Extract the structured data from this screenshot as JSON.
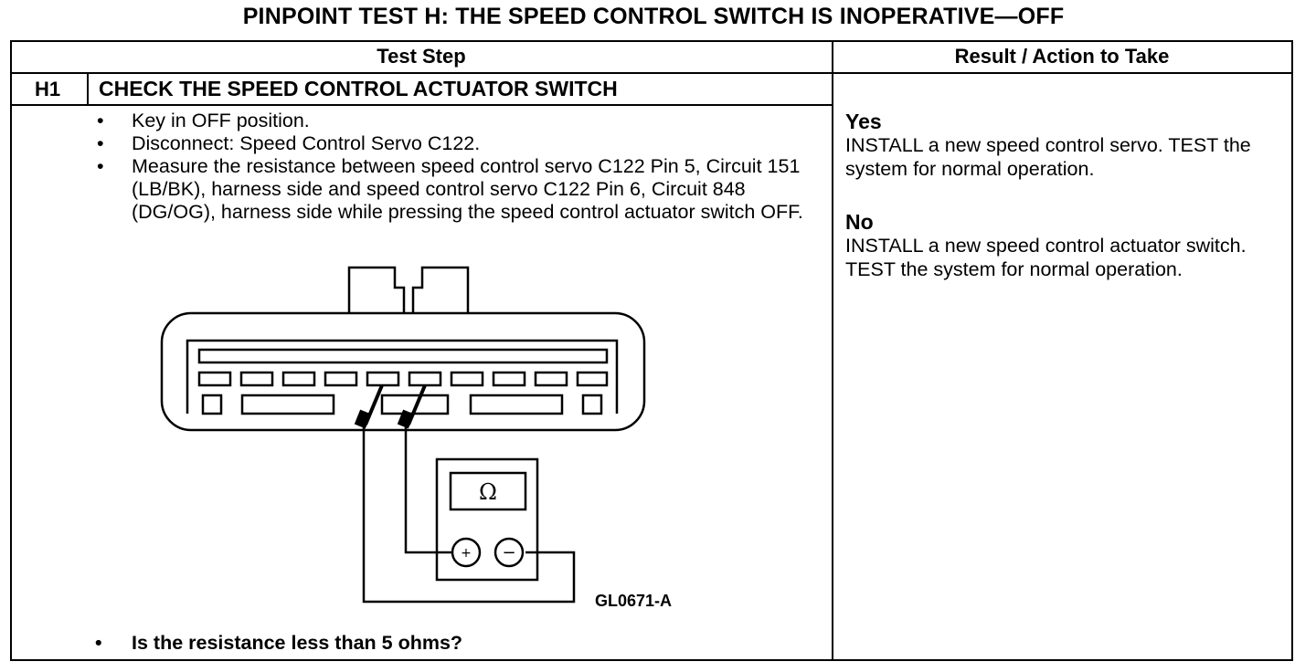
{
  "title": "PINPOINT TEST  H: THE SPEED CONTROL SWITCH IS INOPERATIVE—OFF",
  "table": {
    "col_test_step": "Test Step",
    "col_result": "Result / Action to Take"
  },
  "step": {
    "id": "H1",
    "title": "CHECK THE SPEED CONTROL ACTUATOR SWITCH",
    "bullets": [
      "Key in OFF position.",
      "Disconnect: Speed Control Servo C122.",
      "Measure the resistance between speed control servo C122 Pin 5, Circuit 151 (LB/BK), harness side and speed control servo C122 Pin 6, Circuit 848 (DG/OG), harness side while pressing the speed control actuator switch OFF."
    ],
    "question": "Is the resistance less than 5 ohms?",
    "figure_id": "GL0671-A",
    "meter_symbol": "Ω",
    "meter_plus": "+",
    "meter_minus": "−"
  },
  "results": {
    "yes_label": "Yes",
    "yes_text": "INSTALL a new speed control servo. TEST the system for normal operation.",
    "no_label": "No",
    "no_text": "INSTALL a new speed control actuator switch. TEST the system for normal operation."
  },
  "icons": {
    "bullet": "•",
    "connector": "connector-icon",
    "ohmmeter": "ohmmeter-icon"
  }
}
